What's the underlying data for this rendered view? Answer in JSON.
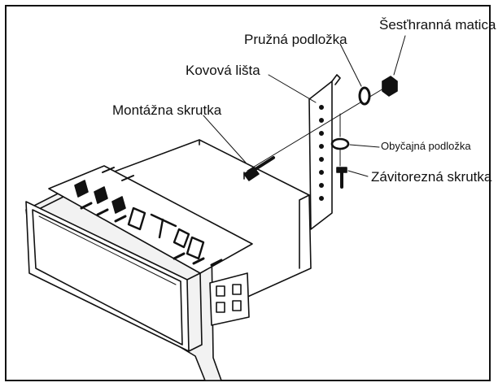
{
  "labels": {
    "hex_nut": "Šesťhranná matica",
    "spring_washer": "Pružná podložka",
    "metal_strip": "Kovová lišta",
    "mounting_screw": "Montážna skrutka",
    "plain_washer": "Obyčajná podložka",
    "tapping_screw": "Závitorezná skrutka"
  }
}
